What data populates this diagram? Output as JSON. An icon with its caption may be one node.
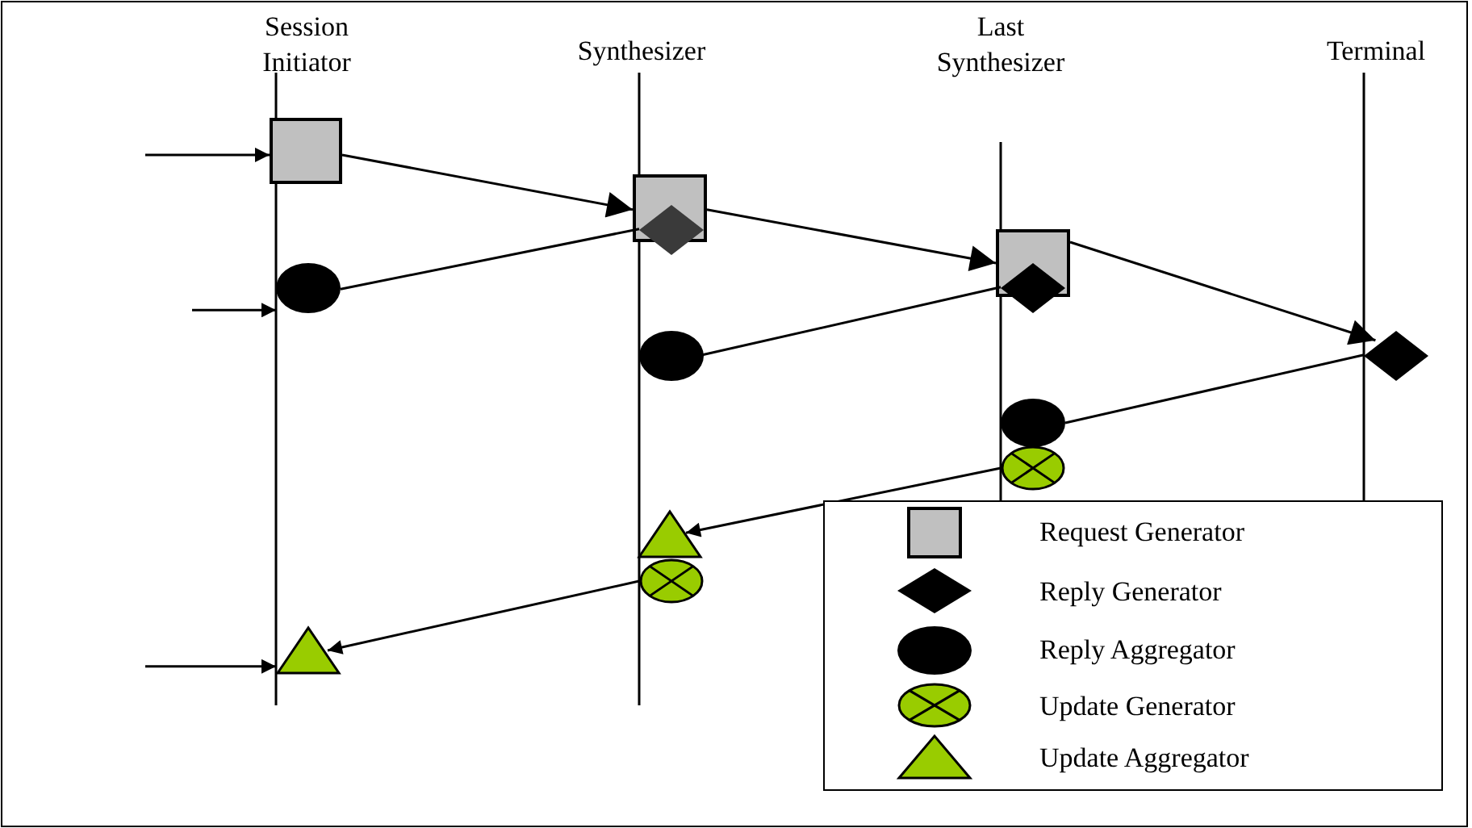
{
  "diagram": {
    "nodes": [
      {
        "text": [],
        "shape": "box"
      },
      {
        "text": [],
        "shape": "box"
      },
      {
        "text": [],
        "shape": "diamond"
      },
      {
        "text": [],
        "shape": "box"
      },
      {
        "text": [],
        "shape": "diamond"
      },
      {
        "text": [],
        "shape": "diamond"
      },
      {
        "text": [],
        "shape": "ellipse"
      },
      {
        "text": [],
        "shape": "ellipse"
      },
      {
        "text": [],
        "shape": "ellipse"
      },
      {
        "text": [],
        "shape": "ellipse"
      },
      {
        "text": [],
        "shape": "triangle"
      },
      {
        "text": [],
        "shape": "ellipse"
      },
      {
        "text": [],
        "shape": "triangle"
      }
    ],
    "edges": [
      {
        "from": null,
        "to": 0,
        "arrow": "to"
      },
      {
        "from": 0,
        "to": 1,
        "arrow": "to"
      },
      {
        "from": 1,
        "to": 3,
        "arrow": "to"
      },
      {
        "from": 3,
        "to": 5,
        "arrow": "to"
      },
      {
        "from": 2,
        "to": 6,
        "arrow": "none"
      },
      {
        "from": null,
        "to": 6,
        "arrow": "to"
      },
      {
        "from": 4,
        "to": 7,
        "arrow": "none"
      },
      {
        "from": 5,
        "to": 8,
        "arrow": "none"
      },
      {
        "from": 9,
        "to": 10,
        "arrow": "to"
      },
      {
        "from": 11,
        "to": 12,
        "arrow": "to"
      },
      {
        "from": null,
        "to": 12,
        "arrow": "to"
      }
    ],
    "labels": [
      "Session Initiator",
      "Synthesizer",
      "Last Synthesizer",
      "Terminal"
    ],
    "legend": [
      {
        "text": "Request Generator"
      },
      {
        "text": "Reply Generator"
      },
      {
        "text": "Reply Aggregator"
      },
      {
        "text": "Update Generator"
      },
      {
        "text": "Update Aggregator"
      }
    ]
  }
}
